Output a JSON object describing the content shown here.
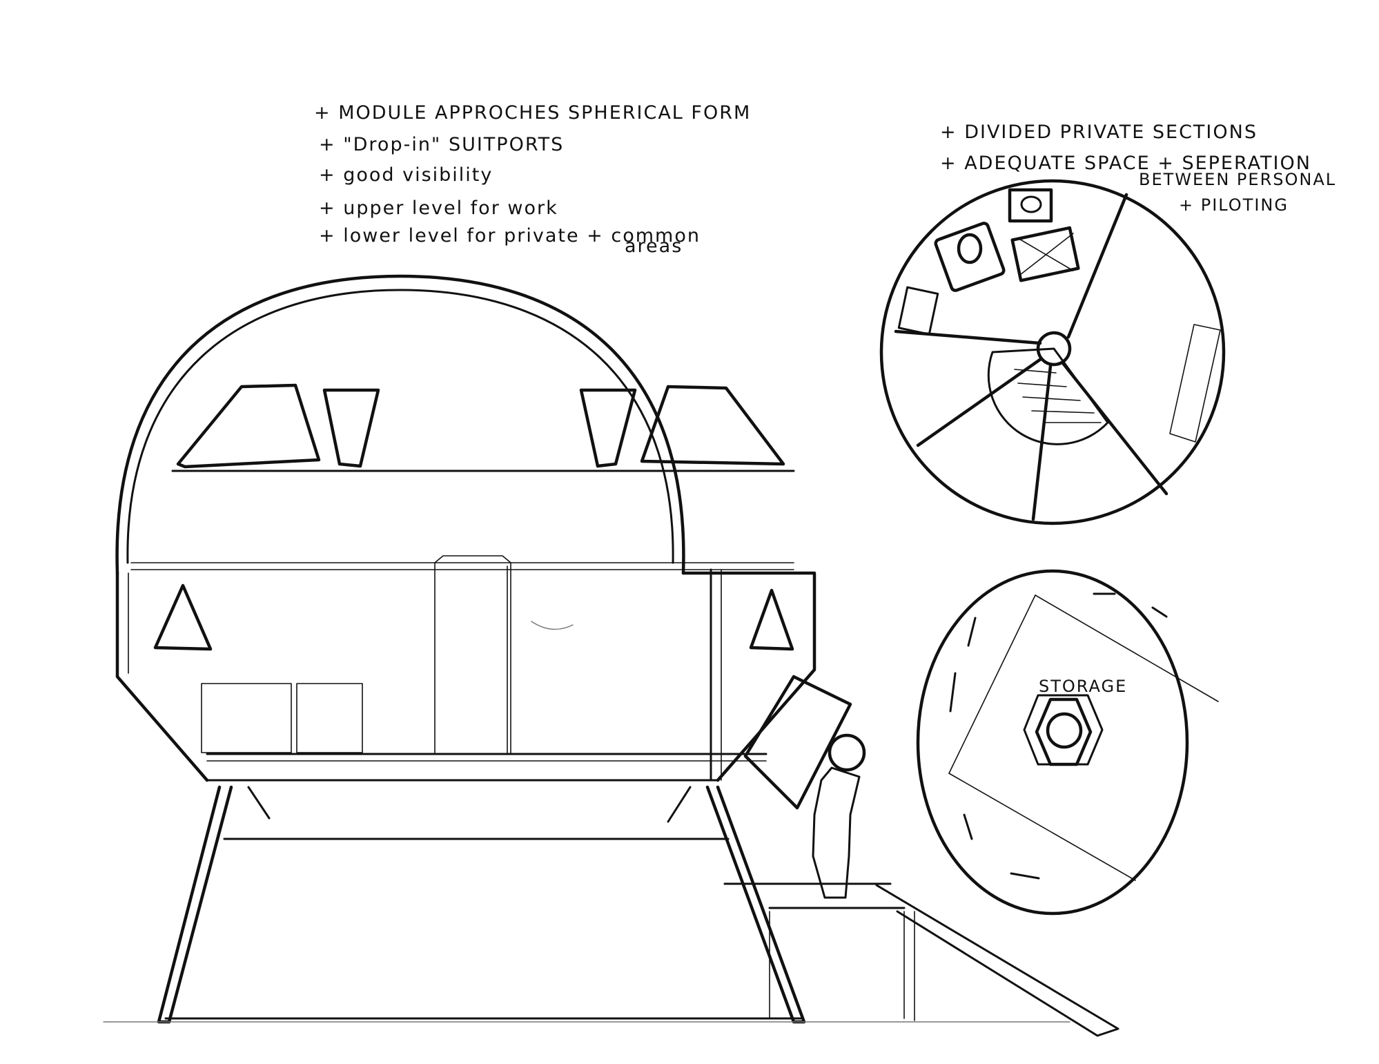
{
  "notes_left": [
    "+ MODULE APPROCHES SPHERICAL FORM",
    "+ \"Drop-in\" SUITPORTS",
    "+ good visibility",
    "+ upper level for work",
    "+ lower level for private + common",
    "areas"
  ],
  "notes_right": [
    "+ DIVIDED PRIVATE SECTIONS",
    "+ ADEQUATE SPACE + SEPERATION",
    "BETWEEN PERSONAL",
    "+ PILOTING"
  ],
  "storage_label": "STORAGE"
}
